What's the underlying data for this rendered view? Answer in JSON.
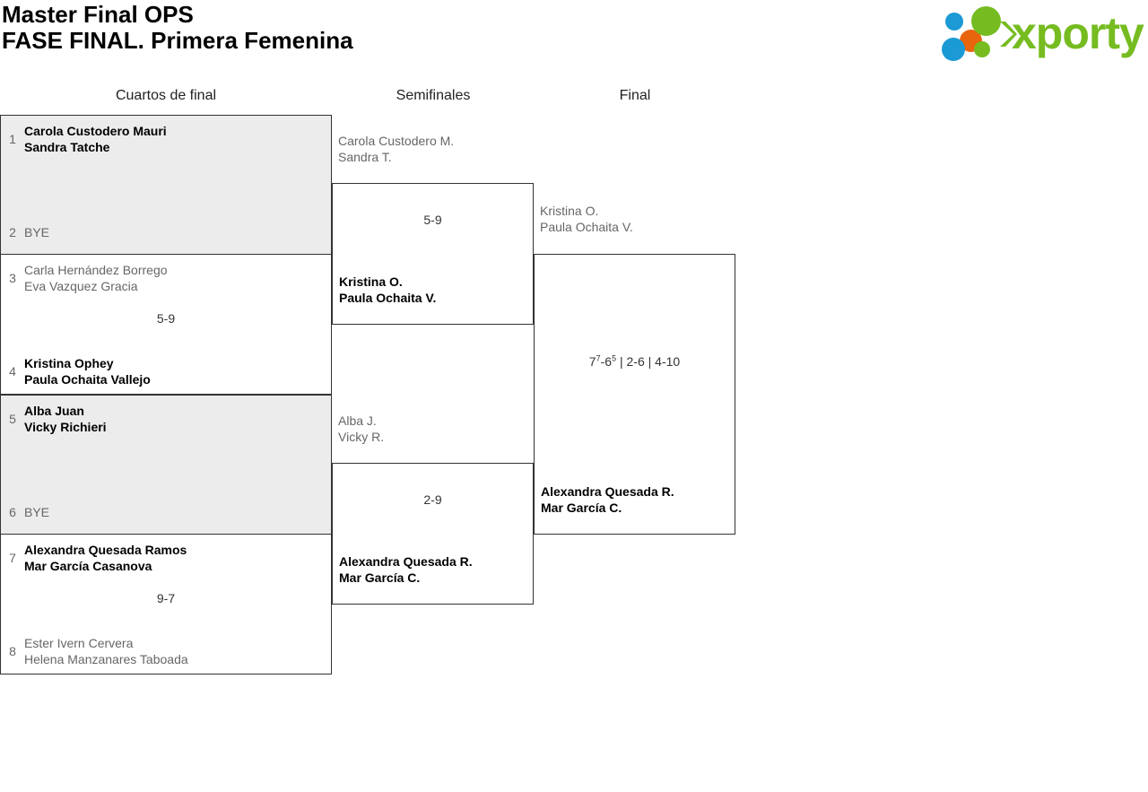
{
  "header": {
    "title_line1": "Master Final OPS",
    "title_line2": "FASE FINAL. Primera Femenina",
    "logo_word": "xporty"
  },
  "rounds": [
    {
      "label": "Cuartos de final"
    },
    {
      "label": "Semifinales"
    },
    {
      "label": "Final"
    }
  ],
  "quarterfinals": [
    {
      "score": "",
      "top": {
        "seed": "1",
        "player1": "Carola Custodero Mauri",
        "player2": "Sandra Tatche",
        "winner": true
      },
      "bottom": {
        "seed": "2",
        "player1": "BYE",
        "player2": "",
        "winner": false
      }
    },
    {
      "score": "5-9",
      "top": {
        "seed": "3",
        "player1": "Carla Hernández Borrego",
        "player2": "Eva Vazquez Gracia",
        "winner": false
      },
      "bottom": {
        "seed": "4",
        "player1": "Kristina Ophey",
        "player2": "Paula Ochaita Vallejo",
        "winner": true
      }
    },
    {
      "score": "",
      "top": {
        "seed": "5",
        "player1": "Alba Juan",
        "player2": "Vicky Richieri",
        "winner": true
      },
      "bottom": {
        "seed": "6",
        "player1": "BYE",
        "player2": "",
        "winner": false
      }
    },
    {
      "score": "9-7",
      "top": {
        "seed": "7",
        "player1": "Alexandra Quesada Ramos",
        "player2": "Mar García Casanova",
        "winner": true
      },
      "bottom": {
        "seed": "8",
        "player1": "Ester Ivern Cervera",
        "player2": "Helena Manzanares Taboada",
        "winner": false
      }
    }
  ],
  "semifinals": [
    {
      "score": "5-9",
      "top": {
        "player1": "Carola Custodero M.",
        "player2": "Sandra T.",
        "winner": false
      },
      "bottom": {
        "player1": "Kristina O.",
        "player2": "Paula Ochaita V.",
        "winner": true
      }
    },
    {
      "score": "2-9",
      "top": {
        "player1": "Alba J.",
        "player2": "Vicky R.",
        "winner": false
      },
      "bottom": {
        "player1": "Alexandra Quesada R.",
        "player2": "Mar García C.",
        "winner": true
      }
    }
  ],
  "final": {
    "score_set1_a": "7",
    "score_set1_a_tb": "7",
    "score_set1_b": "6",
    "score_set1_b_tb": "5",
    "score_rest": " | 2-6 | 4-10",
    "top": {
      "player1": "Kristina O.",
      "player2": "Paula Ochaita V.",
      "winner": false
    },
    "bottom": {
      "player1": "Alexandra Quesada R.",
      "player2": "Mar García C.",
      "winner": true
    }
  },
  "colors": {
    "brand_green": "#76bc21",
    "brand_blue": "#1b9ad6",
    "brand_orange": "#e8650d",
    "shaded_row": "#ececec",
    "border": "#333333"
  }
}
